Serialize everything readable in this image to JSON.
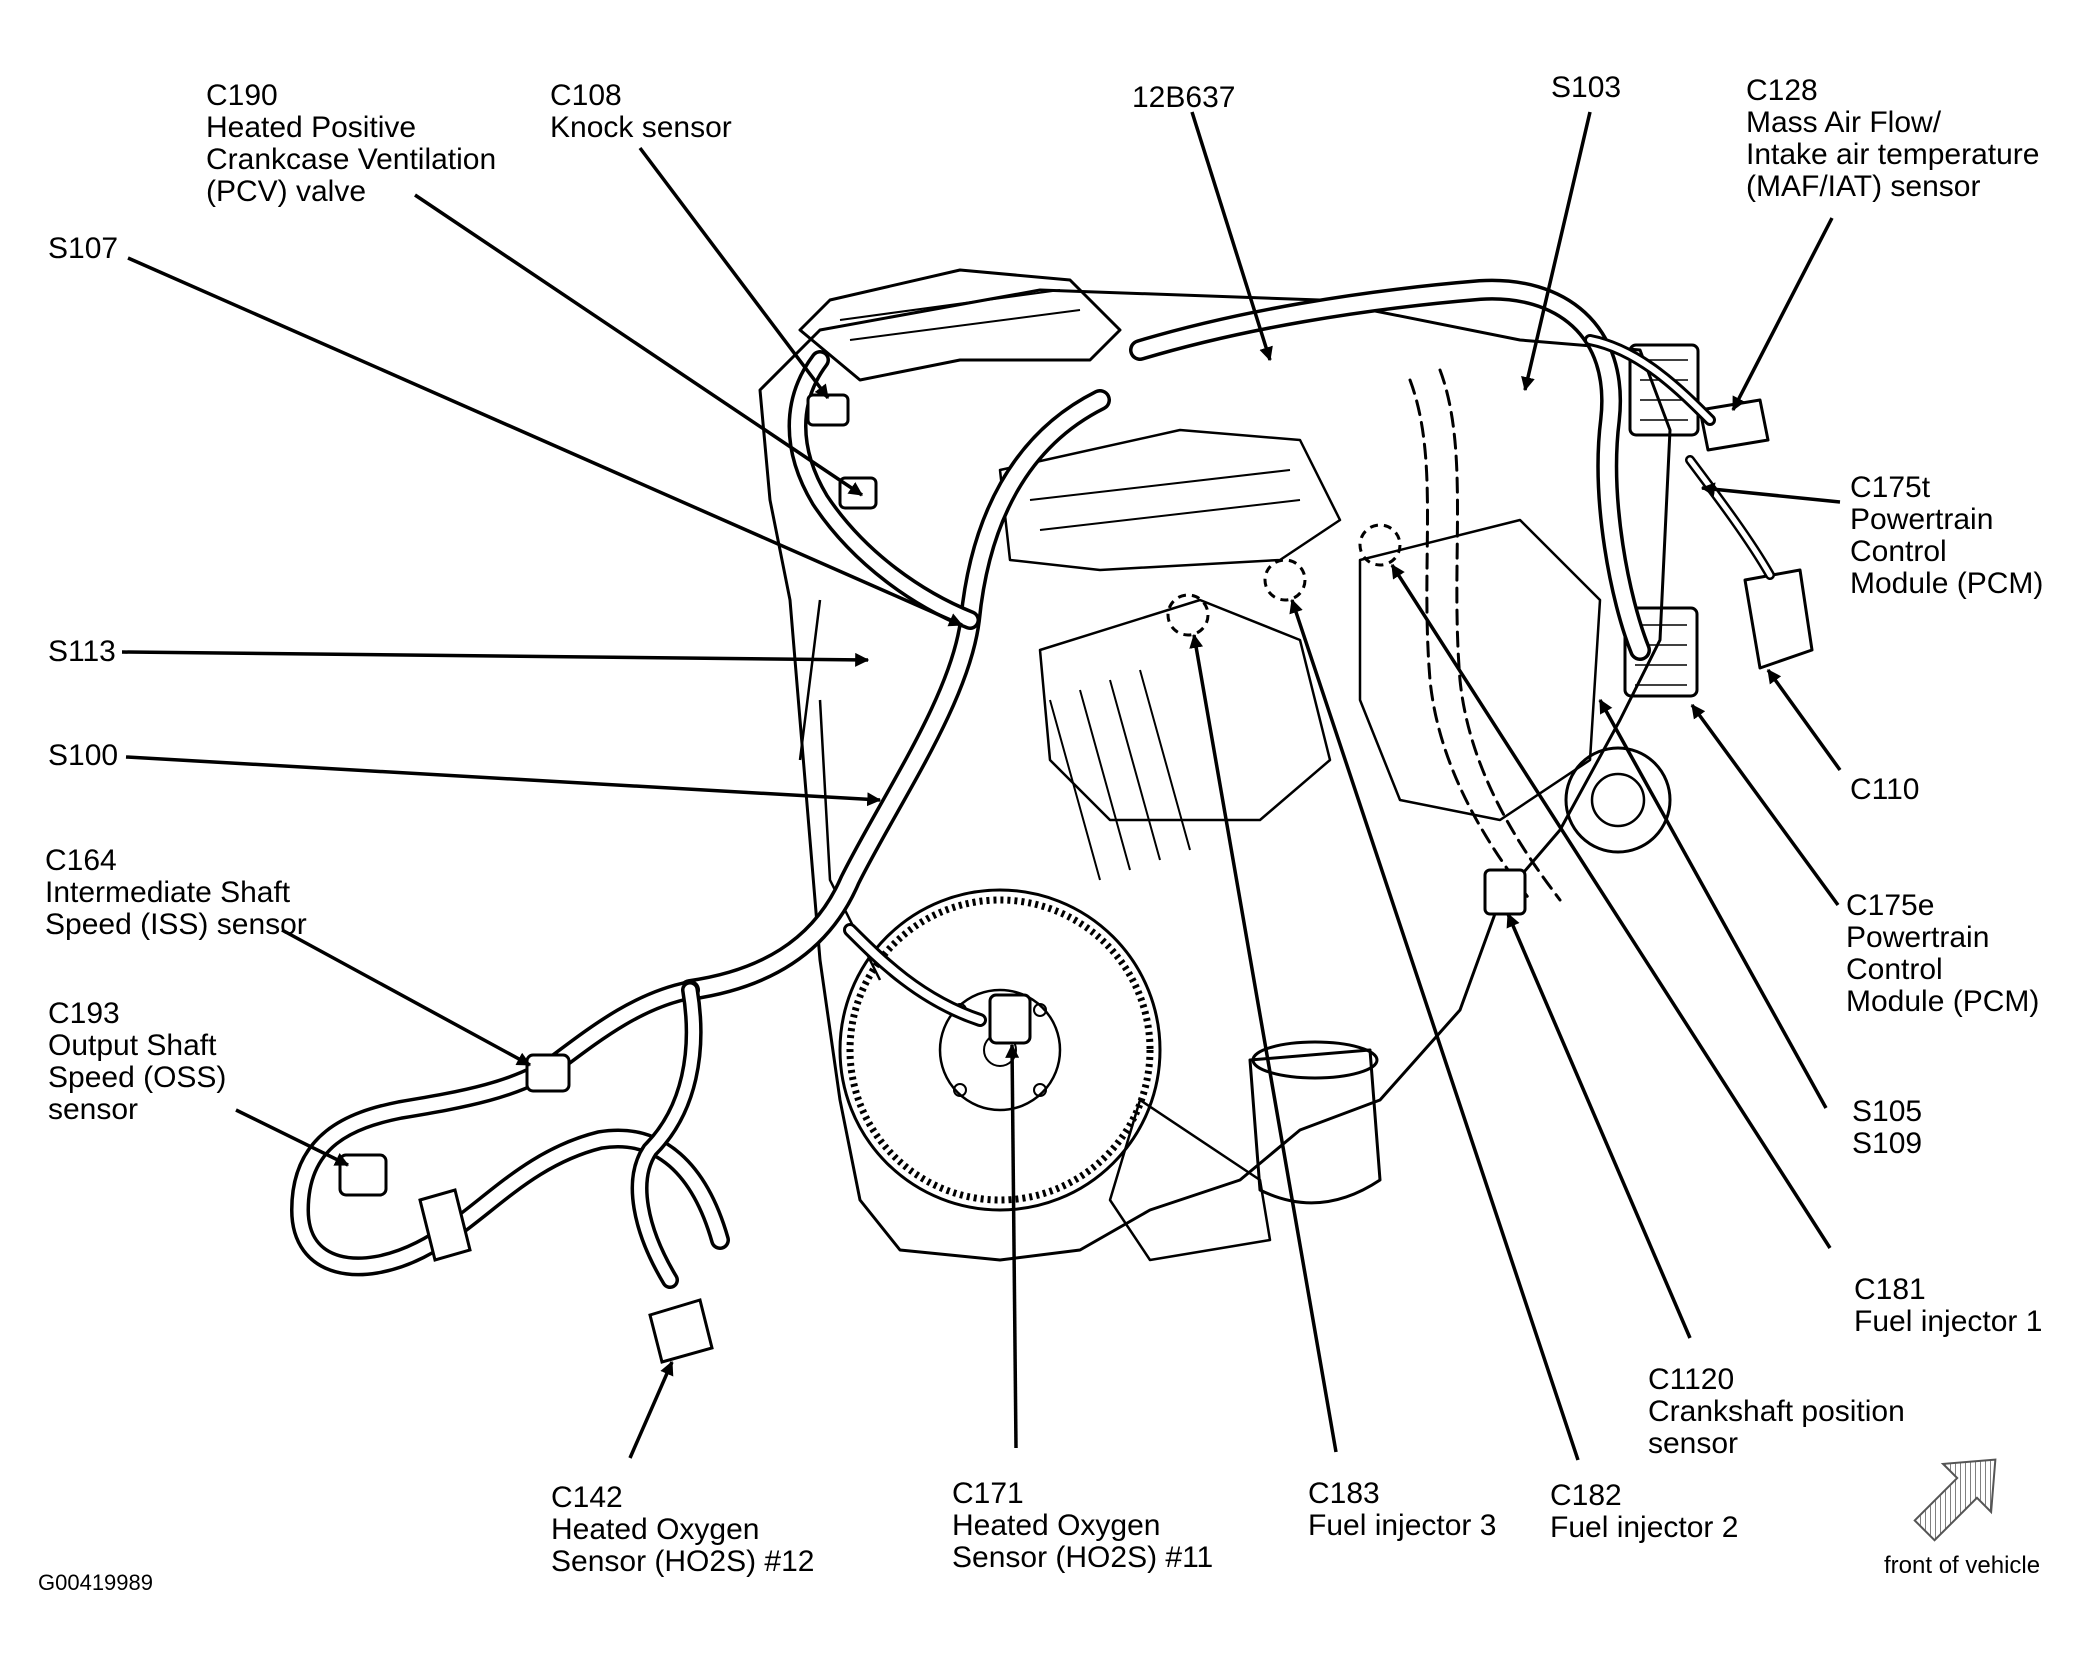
{
  "figure_id": "G00419989",
  "front_label": "front of vehicle",
  "callouts": [
    {
      "id": "c190",
      "lines": [
        "C190",
        "Heated Positive",
        "Crankcase Ventilation",
        "(PCV) valve"
      ]
    },
    {
      "id": "c108",
      "lines": [
        "C108",
        "Knock sensor"
      ]
    },
    {
      "id": "12b637",
      "lines": [
        "12B637"
      ]
    },
    {
      "id": "s103",
      "lines": [
        "S103"
      ]
    },
    {
      "id": "c128",
      "lines": [
        "C128",
        "Mass Air Flow/",
        "Intake air temperature",
        "(MAF/IAT) sensor"
      ]
    },
    {
      "id": "s107",
      "lines": [
        "S107"
      ]
    },
    {
      "id": "c175t",
      "lines": [
        "C175t",
        "Powertrain",
        "Control",
        "Module (PCM)"
      ]
    },
    {
      "id": "s113",
      "lines": [
        "S113"
      ]
    },
    {
      "id": "s100",
      "lines": [
        "S100"
      ]
    },
    {
      "id": "c110",
      "lines": [
        "C110"
      ]
    },
    {
      "id": "c164",
      "lines": [
        "C164",
        "Intermediate Shaft",
        "Speed (ISS) sensor"
      ]
    },
    {
      "id": "c175e",
      "lines": [
        "C175e",
        "Powertrain",
        "Control",
        "Module (PCM)"
      ]
    },
    {
      "id": "c193",
      "lines": [
        "C193",
        "Output Shaft",
        "Speed (OSS)",
        "sensor"
      ]
    },
    {
      "id": "s105",
      "lines": [
        "S105",
        "S109"
      ]
    },
    {
      "id": "c181",
      "lines": [
        "C181",
        "Fuel injector 1"
      ]
    },
    {
      "id": "c1120",
      "lines": [
        "C1120",
        "Crankshaft position",
        "sensor"
      ]
    },
    {
      "id": "c142",
      "lines": [
        "C142",
        "Heated Oxygen",
        "Sensor (HO2S) #12"
      ]
    },
    {
      "id": "c171",
      "lines": [
        "C171",
        "Heated Oxygen",
        "Sensor (HO2S) #11"
      ]
    },
    {
      "id": "c183",
      "lines": [
        "C183",
        "Fuel injector 3"
      ]
    },
    {
      "id": "c182",
      "lines": [
        "C182",
        "Fuel injector 2"
      ]
    }
  ]
}
